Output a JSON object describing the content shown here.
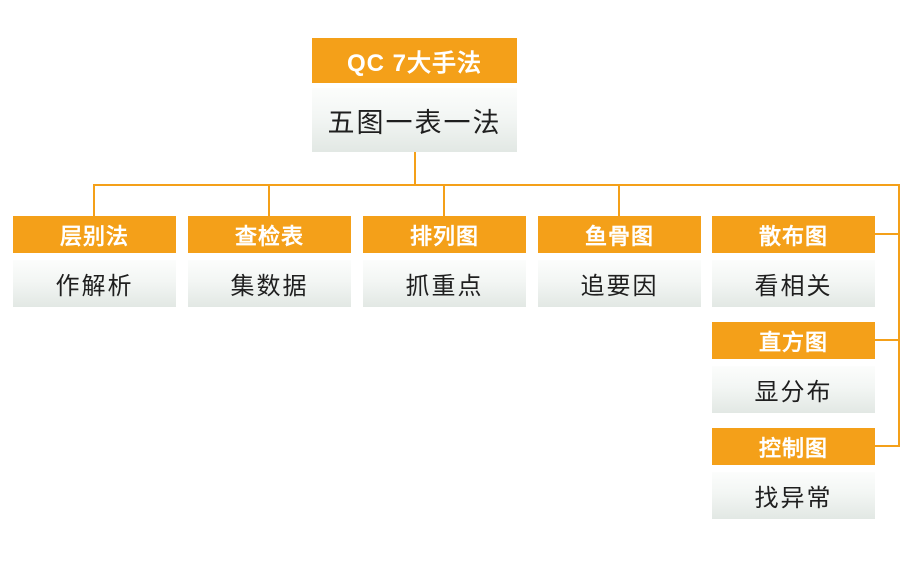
{
  "accent_color": "#F4A019",
  "box_gradient_top": "#FCFDFC",
  "box_gradient_bottom": "#E2E8E4",
  "root": {
    "title": "QC 7大手法",
    "subtitle": "五图一表一法"
  },
  "tools": [
    {
      "name": "层别法",
      "purpose": "作解析"
    },
    {
      "name": "查检表",
      "purpose": "集数据"
    },
    {
      "name": "排列图",
      "purpose": "抓重点"
    },
    {
      "name": "鱼骨图",
      "purpose": "追要因"
    },
    {
      "name": "散布图",
      "purpose": "看相关"
    },
    {
      "name": "直方图",
      "purpose": "显分布"
    },
    {
      "name": "控制图",
      "purpose": "找异常"
    }
  ]
}
